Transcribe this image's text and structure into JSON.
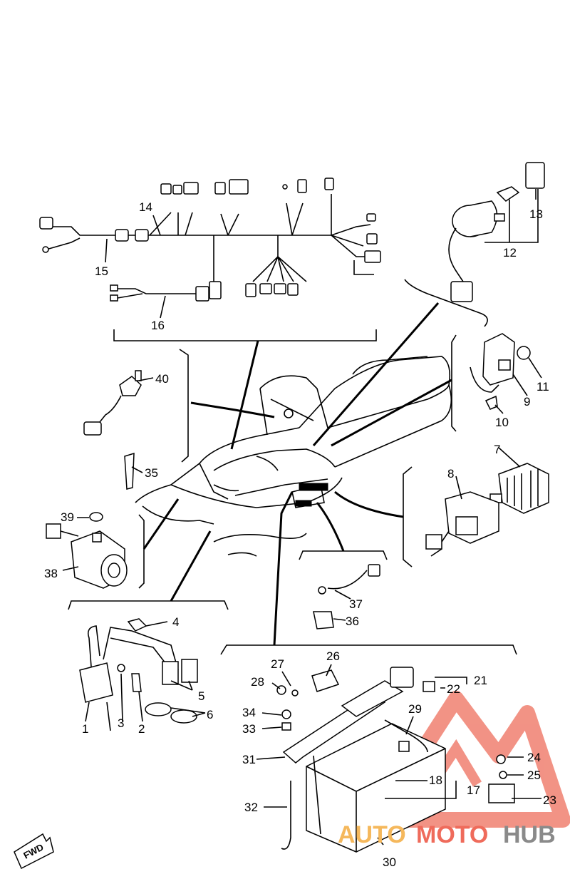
{
  "diagram": {
    "callouts": [
      {
        "id": "1",
        "label": "1"
      },
      {
        "id": "2",
        "label": "2"
      },
      {
        "id": "3",
        "label": "3"
      },
      {
        "id": "4",
        "label": "4"
      },
      {
        "id": "5",
        "label": "5"
      },
      {
        "id": "6",
        "label": "6"
      },
      {
        "id": "7",
        "label": "7"
      },
      {
        "id": "8",
        "label": "8"
      },
      {
        "id": "9",
        "label": "9"
      },
      {
        "id": "10",
        "label": "10"
      },
      {
        "id": "11",
        "label": "11"
      },
      {
        "id": "12",
        "label": "12"
      },
      {
        "id": "13",
        "label": "13"
      },
      {
        "id": "14",
        "label": "14"
      },
      {
        "id": "15",
        "label": "15"
      },
      {
        "id": "16",
        "label": "16"
      },
      {
        "id": "17",
        "label": "17"
      },
      {
        "id": "18",
        "label": "18"
      },
      {
        "id": "21",
        "label": "21"
      },
      {
        "id": "22",
        "label": "22"
      },
      {
        "id": "23",
        "label": "23"
      },
      {
        "id": "24",
        "label": "24"
      },
      {
        "id": "25",
        "label": "25"
      },
      {
        "id": "26",
        "label": "26"
      },
      {
        "id": "27",
        "label": "27"
      },
      {
        "id": "28",
        "label": "28"
      },
      {
        "id": "29",
        "label": "29"
      },
      {
        "id": "30",
        "label": "30"
      },
      {
        "id": "31",
        "label": "31"
      },
      {
        "id": "32",
        "label": "32"
      },
      {
        "id": "33",
        "label": "33"
      },
      {
        "id": "34",
        "label": "34"
      },
      {
        "id": "35",
        "label": "35"
      },
      {
        "id": "36",
        "label": "36"
      },
      {
        "id": "37",
        "label": "37"
      },
      {
        "id": "38",
        "label": "38"
      },
      {
        "id": "39",
        "label": "39"
      },
      {
        "id": "40",
        "label": "40"
      }
    ],
    "fwd_label": "FWD"
  },
  "watermark": {
    "part1": "AUTO",
    "part2": "MOTO",
    "part3": "HUB",
    "colors": {
      "auto": "#f5b85c",
      "moto": "#ef6b5b",
      "hub": "#8a8a8a",
      "logo": "#f08070"
    }
  }
}
